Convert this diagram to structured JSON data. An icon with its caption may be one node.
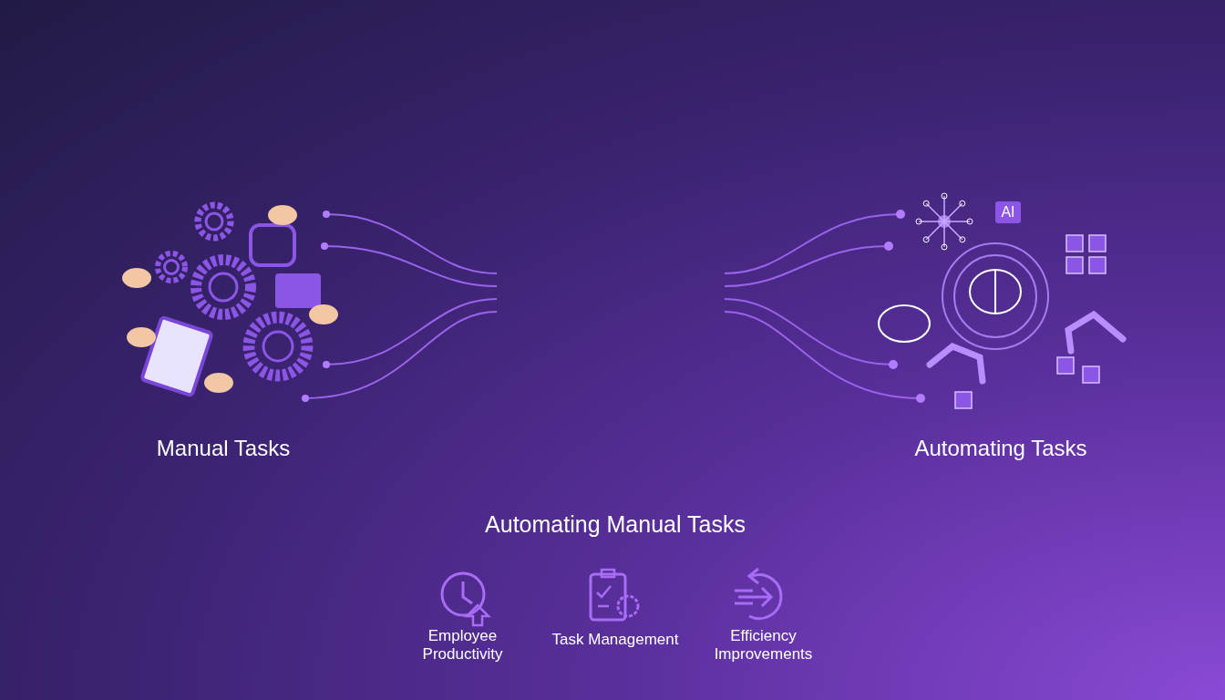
{
  "diagram": {
    "labels": [
      "AI",
      "Manual Tasks",
      "Automating Tasks",
      "Automating Manual Tasks",
      "Employee Productivity",
      "Task Management",
      "Efficiency Improvements"
    ]
  }
}
